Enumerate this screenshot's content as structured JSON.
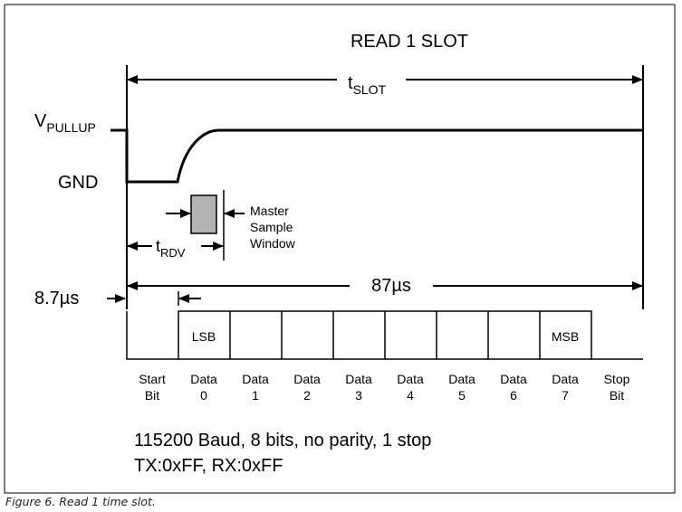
{
  "title": "READ 1 SLOT",
  "signal": {
    "vpullup_main": "V",
    "vpullup_sub": "PULLUP",
    "gnd": "GND"
  },
  "timing": {
    "tslot_main": "t",
    "tslot_sub": "SLOT",
    "trdv_main": "t",
    "trdv_sub": "RDV",
    "sample_window_lines": [
      "Master",
      "Sample",
      "Window"
    ],
    "start_offset": "8.7µs",
    "frame_duration": "87µs"
  },
  "frame": {
    "box_labels": [
      "LSB",
      "MSB"
    ],
    "bits": [
      {
        "line1": "Start",
        "line2": "Bit"
      },
      {
        "line1": "Data",
        "line2": "0"
      },
      {
        "line1": "Data",
        "line2": "1"
      },
      {
        "line1": "Data",
        "line2": "2"
      },
      {
        "line1": "Data",
        "line2": "3"
      },
      {
        "line1": "Data",
        "line2": "4"
      },
      {
        "line1": "Data",
        "line2": "5"
      },
      {
        "line1": "Data",
        "line2": "6"
      },
      {
        "line1": "Data",
        "line2": "7"
      },
      {
        "line1": "Stop",
        "line2": "Bit"
      }
    ]
  },
  "notes": [
    "115200 Baud, 8 bits, no parity, 1 stop",
    "TX:0xFF, RX:0xFF"
  ],
  "caption": "Figure 6. Read 1 time slot.",
  "colors": {
    "line": "#000000",
    "sample_window_fill": "#b3b3b3",
    "border": "#000000"
  }
}
